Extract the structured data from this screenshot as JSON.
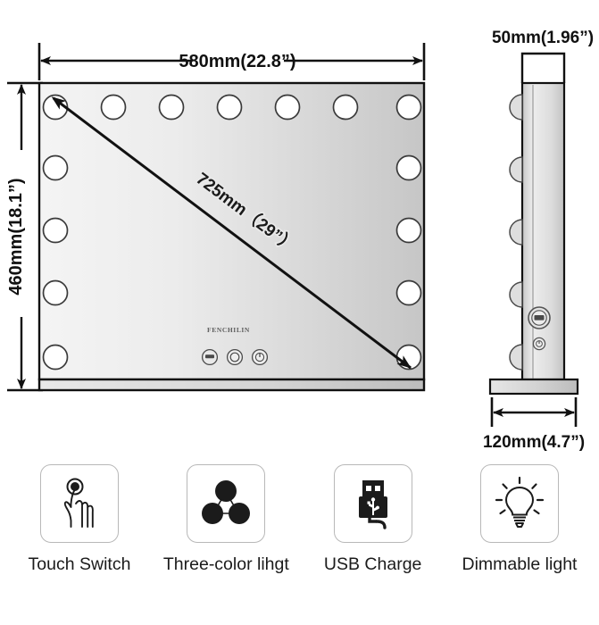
{
  "product": {
    "brand": "FENCHILIN",
    "type": "vanity-mirror-dimension-diagram"
  },
  "dimensions": {
    "width_label": "580mm(22.8”)",
    "height_label": "460mm(18.1”)",
    "diagonal_label": "725mm（29”）",
    "depth_label": "50mm(1.96”)",
    "base_label": "120mm(4.7”)"
  },
  "front_view": {
    "bulbs_top_count": 7,
    "bulbs_left_count": 5,
    "bulbs_right_count": 5,
    "bulbs_total": 15,
    "controls": [
      {
        "name": "usb-port-button"
      },
      {
        "name": "color-temperature-button"
      },
      {
        "name": "power-button"
      }
    ]
  },
  "side_view": {
    "bulbs_count": 5,
    "controls": [
      {
        "name": "usb-port"
      },
      {
        "name": "power-switch"
      }
    ]
  },
  "features": [
    {
      "id": "touch-switch",
      "label": "Touch Switch",
      "icon": "hand-touch-icon"
    },
    {
      "id": "three-color-light",
      "label": "Three-color lihgt",
      "icon": "three-circles-icon"
    },
    {
      "id": "usb-charge",
      "label": "USB Charge",
      "icon": "usb-plug-icon"
    },
    {
      "id": "dimmable-light",
      "label": "Dimmable light",
      "icon": "light-bulb-icon"
    }
  ],
  "colors": {
    "line": "#111111",
    "mirror_light": "#f2f2f2",
    "mirror_dark": "#c9c9c9",
    "icon_outline": "#b8b8b8",
    "icon_fill": "#1b1b1b"
  }
}
